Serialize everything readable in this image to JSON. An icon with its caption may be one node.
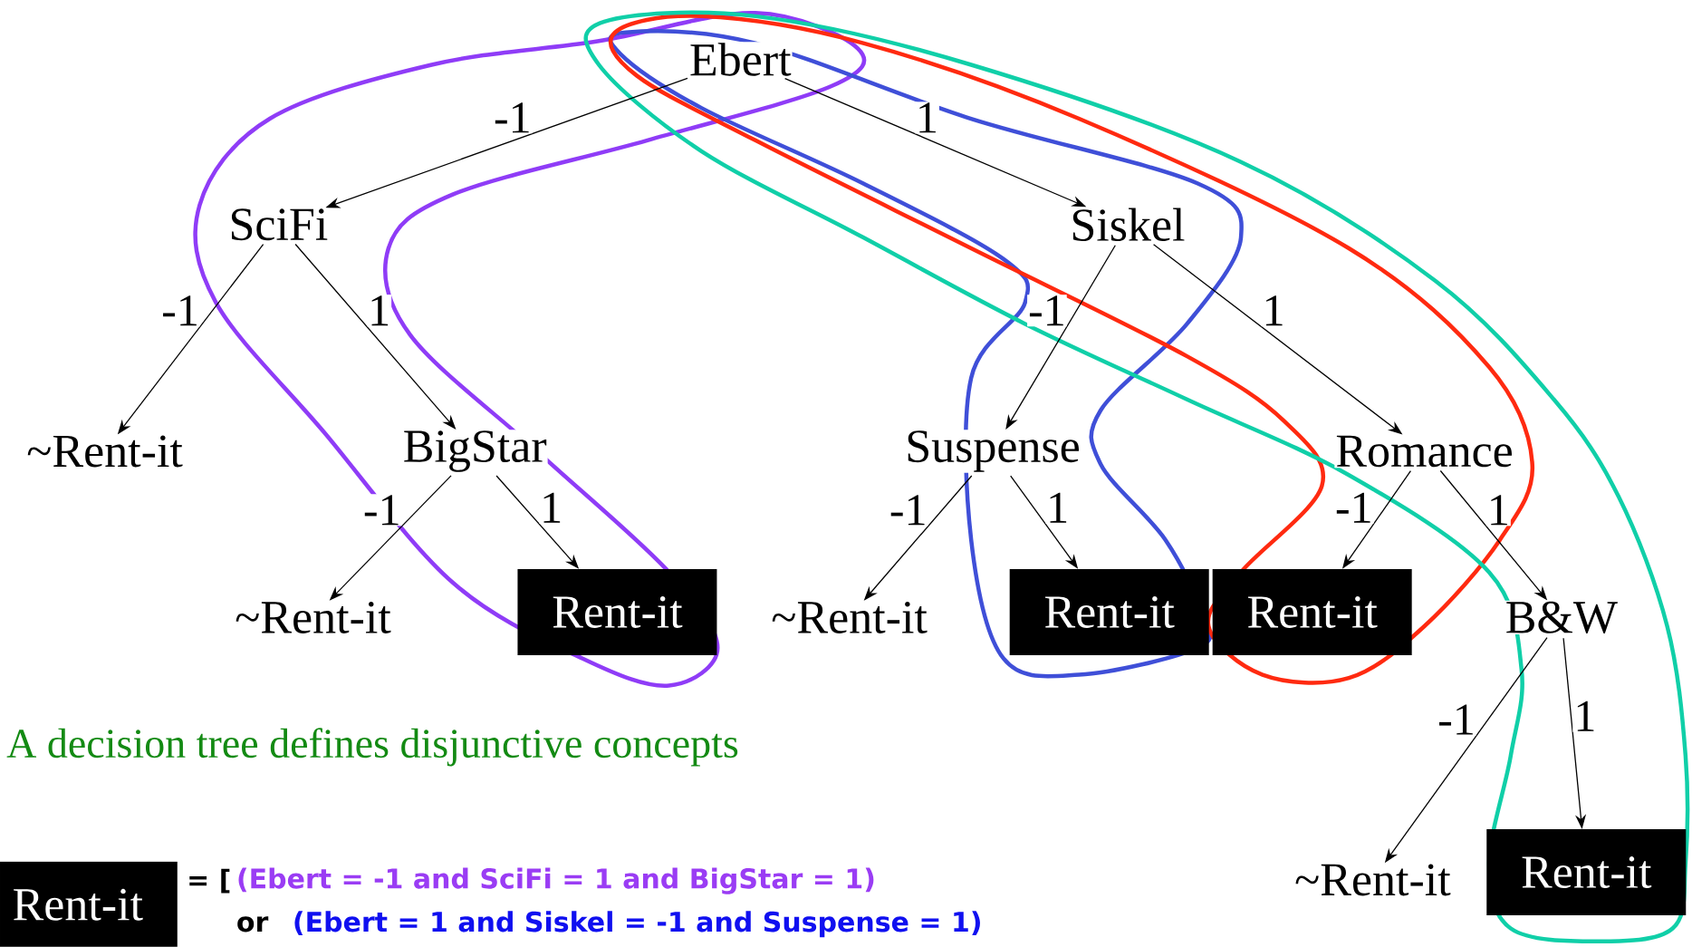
{
  "diagram": {
    "nodes": [
      {
        "text": [
          "Ebert"
        ]
      },
      {
        "text": [
          "SciFi"
        ]
      },
      {
        "text": [
          "Siskel"
        ]
      },
      {
        "text": [
          "~Rent-it"
        ]
      },
      {
        "text": [
          "BigStar"
        ]
      },
      {
        "text": [
          "Suspense"
        ]
      },
      {
        "text": [
          "Romance"
        ]
      },
      {
        "text": [
          "~Rent-it"
        ]
      },
      {
        "text": [
          "Rent-it"
        ]
      },
      {
        "text": [
          "~Rent-it"
        ]
      },
      {
        "text": [
          "Rent-it"
        ]
      },
      {
        "text": [
          "Rent-it"
        ]
      },
      {
        "text": [
          "B&W"
        ]
      },
      {
        "text": [
          "~Rent-it"
        ]
      },
      {
        "text": [
          "Rent-it"
        ]
      },
      {
        "text": [
          "Rent-it"
        ]
      }
    ],
    "edges": [
      {
        "from": 0,
        "to": 1,
        "arrow": "to",
        "label": "-1"
      },
      {
        "from": 0,
        "to": 2,
        "arrow": "to",
        "label": "1"
      },
      {
        "from": 1,
        "to": 3,
        "arrow": "to",
        "label": "-1"
      },
      {
        "from": 1,
        "to": 4,
        "arrow": "to",
        "label": "1"
      },
      {
        "from": 2,
        "to": 5,
        "arrow": "to",
        "label": "-1"
      },
      {
        "from": 2,
        "to": 6,
        "arrow": "to",
        "label": "1"
      },
      {
        "from": 4,
        "to": 7,
        "arrow": "to",
        "label": "-1"
      },
      {
        "from": 4,
        "to": 8,
        "arrow": "to",
        "label": "1"
      },
      {
        "from": 5,
        "to": 9,
        "arrow": "to",
        "label": "-1"
      },
      {
        "from": 5,
        "to": 10,
        "arrow": "to",
        "label": "1"
      },
      {
        "from": 6,
        "to": 11,
        "arrow": "to",
        "label": "-1"
      },
      {
        "from": 6,
        "to": 12,
        "arrow": "to",
        "label": "1"
      },
      {
        "from": 12,
        "to": 13,
        "arrow": "to",
        "label": "-1"
      },
      {
        "from": 12,
        "to": 14,
        "arrow": "to",
        "label": "1"
      }
    ],
    "labels": [
      "A decision tree defines disjunctive concepts",
      "= [",
      "(Ebert = -1 and SciFi = 1 and BigStar = 1)",
      "or",
      "(Ebert = 1 and Siskel = -1 and Suspense = 1)"
    ]
  }
}
